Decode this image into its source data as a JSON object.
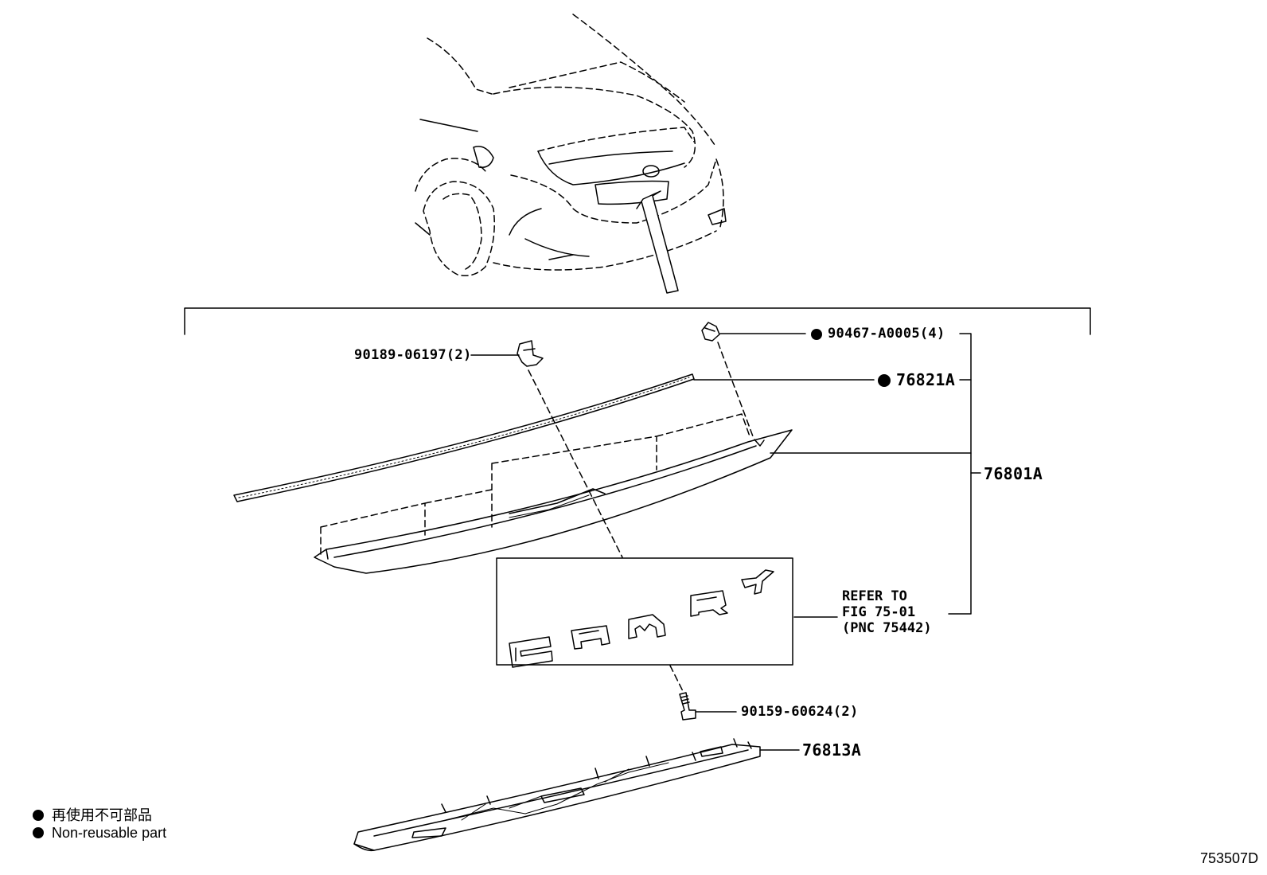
{
  "parts": {
    "clip_90189": "90189-06197(2)",
    "clip_90467": "90467-A0005(4)",
    "molding_76821": "76821A",
    "garnish_76801": "76801A",
    "screw_90159": "90159-60624(2)",
    "cover_76813": "76813A"
  },
  "reference": {
    "line1": "REFER TO",
    "line2": "FIG 75-01",
    "line3": "(PNC 75442)"
  },
  "legend": {
    "jp": "再使用不可部品",
    "en": "Non-reusable part"
  },
  "figure_id": "753507D",
  "emblem_letters": [
    "C",
    "A",
    "M",
    "R",
    "Y"
  ]
}
